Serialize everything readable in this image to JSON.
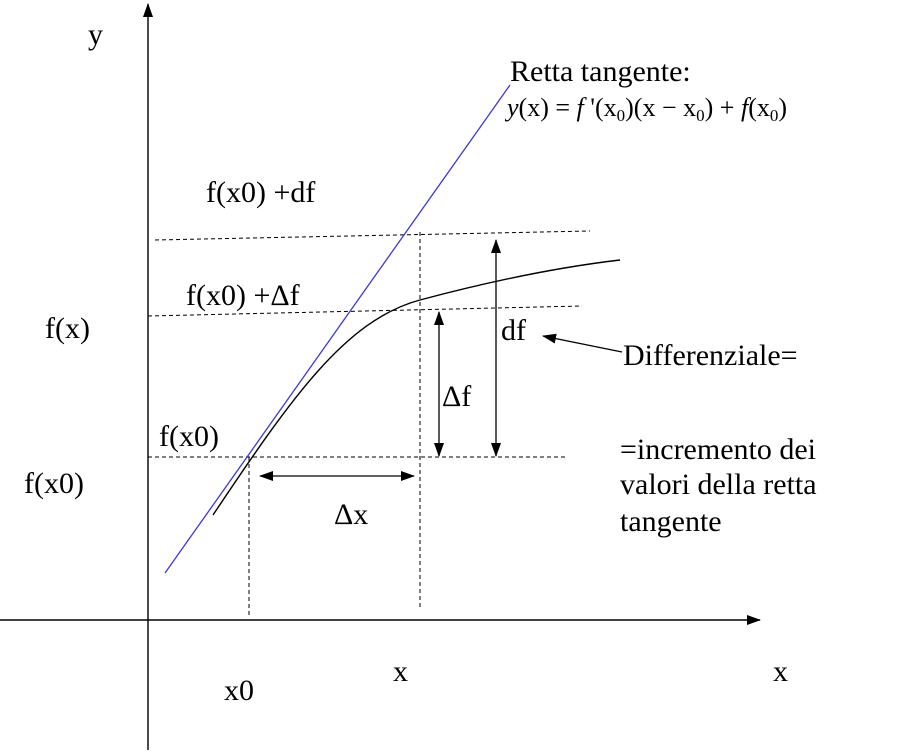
{
  "labels": {
    "y_axis": "y",
    "x_axis": "x",
    "tangent_title": "Retta tangente:",
    "f_x0_plus_df": "f(x0) +df",
    "f_x0_plus_delta_f": "f(x0) +Δf",
    "f_x_axis": "f(x)",
    "f_x0_point": "f(x0)",
    "f_x0_axis": "f(x0)",
    "df": "df",
    "delta_f": "Δf",
    "delta_x": "Δx",
    "x0_tick": "x0",
    "x_tick": "x",
    "differential": "Differenziale=",
    "desc_line1": "=incremento dei",
    "desc_line2": "valori della retta",
    "desc_line3": "tangente"
  },
  "equation": {
    "lhs_y": "y",
    "lhs_x": "(x)",
    "equals": " = ",
    "f1": "f",
    "prime": " '",
    "open1": "(x",
    "sub1": "0",
    "close1": ")(x",
    "minus": " − ",
    "x2": "x",
    "sub2": "0",
    "close2": ") + ",
    "f2": "f",
    "open3": "(x",
    "sub3": "0",
    "close3": ")"
  },
  "colors": {
    "axes": "#000000",
    "curve": "#000000",
    "tangent": "#3a3ad6",
    "dashed": "#000000"
  }
}
